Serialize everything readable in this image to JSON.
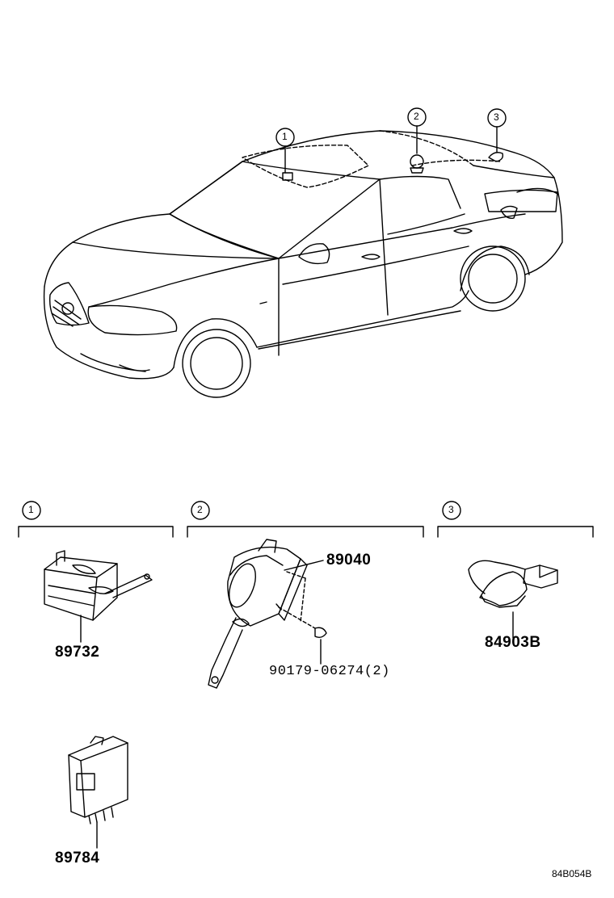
{
  "callouts": {
    "c1": "1",
    "c2": "2",
    "c3": "3"
  },
  "sections": [
    {
      "id": "1",
      "label": "1"
    },
    {
      "id": "2",
      "label": "2"
    },
    {
      "id": "3",
      "label": "3"
    }
  ],
  "parts": {
    "p89732": "89732",
    "p89040": "89040",
    "p90179": "90179-06274(2)",
    "p84903B": "84903B",
    "p89784": "89784"
  },
  "diagram_code": "84B054B",
  "colors": {
    "line": "#000000",
    "background": "#ffffff"
  }
}
